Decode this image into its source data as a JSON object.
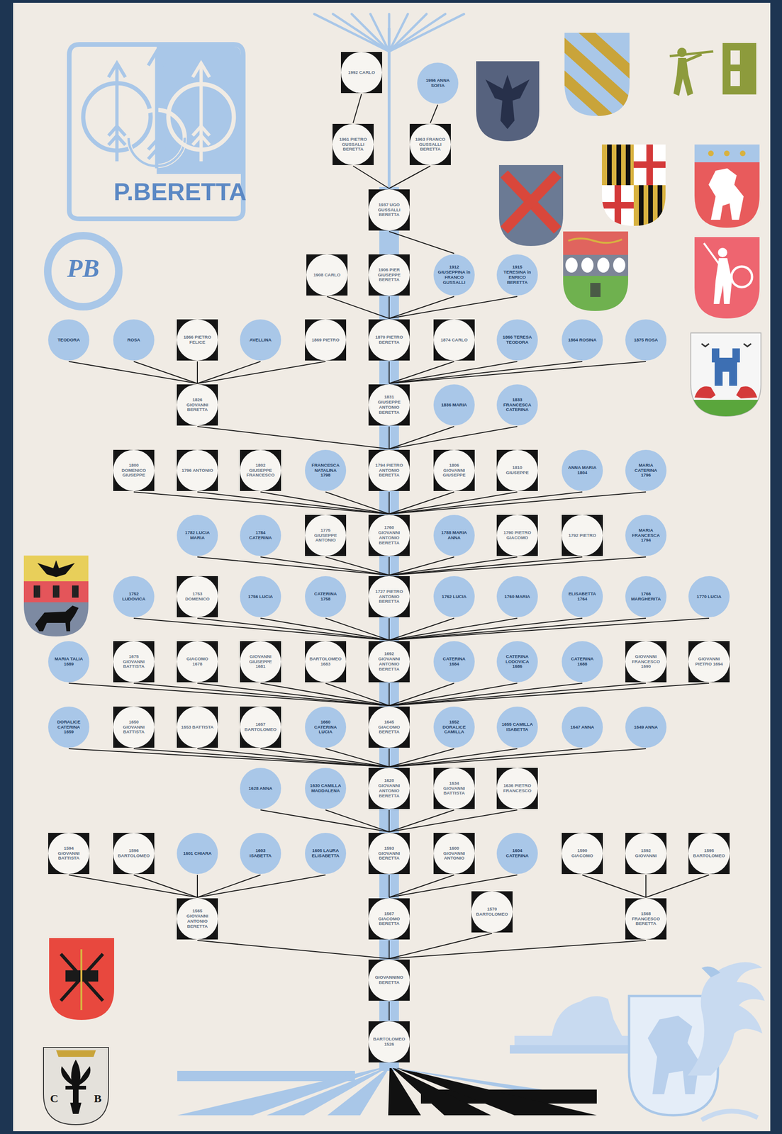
{
  "diagram": {
    "nodes": [
      {
        "text": [
          "1992 CARLO"
        ]
      },
      {
        "text": [
          "1996 ANNA SOFIA"
        ]
      },
      {
        "text": [
          "1961 PIETRO GUSSALLI BERETTA"
        ]
      },
      {
        "text": [
          "1963 FRANCO GUSSALLI BERETTA"
        ]
      },
      {
        "text": [
          "1937 UGO GUSSALLI BERETTA"
        ]
      },
      {
        "text": [
          "1908 CARLO"
        ]
      },
      {
        "text": [
          "1906 PIER GIUSEPPE BERETTA"
        ]
      },
      {
        "text": [
          "1912 GIUSEPPINA in FRANCO GUSSALLI"
        ]
      },
      {
        "text": [
          "1915 TERESINA in ENRICO BERETTA"
        ]
      },
      {
        "text": [
          "TEODORA"
        ]
      },
      {
        "text": [
          "ROSA"
        ]
      },
      {
        "text": [
          "1866 PIETRO FELICE"
        ]
      },
      {
        "text": [
          "AVELLINA"
        ]
      },
      {
        "text": [
          "1869 PIETRO"
        ]
      },
      {
        "text": [
          "1870 PIETRO BERETTA"
        ]
      },
      {
        "text": [
          "1874 CARLO"
        ]
      },
      {
        "text": [
          "1866 TERESA TEODORA"
        ]
      },
      {
        "text": [
          "1864 ROSINA"
        ]
      },
      {
        "text": [
          "1875 ROSA"
        ]
      },
      {
        "text": [
          "1826 GIOVANNI BERETTA"
        ]
      },
      {
        "text": [
          "1831 GIUSEPPE ANTONIO BERETTA"
        ]
      },
      {
        "text": [
          "1836 MARIA"
        ]
      },
      {
        "text": [
          "1833 FRANCESCA CATERINA"
        ]
      },
      {
        "text": [
          "1800 DOMENICO GIUSEPPE"
        ]
      },
      {
        "text": [
          "1796 ANTONIO"
        ]
      },
      {
        "text": [
          "1802 GIUSEPPE FRANCESCO"
        ]
      },
      {
        "text": [
          "FRANCESCA NATALINA 1798"
        ]
      },
      {
        "text": [
          "1794 PIETRO ANTONIO BERETTA"
        ]
      },
      {
        "text": [
          "1806 GIOVANNI GIUSEPPE"
        ]
      },
      {
        "text": [
          "1810 GIUSEPPE"
        ]
      },
      {
        "text": [
          "ANNA MARIA 1804"
        ]
      },
      {
        "text": [
          "MARIA CATERINA 1796"
        ]
      },
      {
        "text": [
          "1782 LUCIA MARIA"
        ]
      },
      {
        "text": [
          "1784 CATERINA"
        ]
      },
      {
        "text": [
          "1775 GIUSEPPE ANTONIO"
        ]
      },
      {
        "text": [
          "1760 GIOVANNI ANTONIO BERETTA"
        ]
      },
      {
        "text": [
          "1788 MARIA ANNA"
        ]
      },
      {
        "text": [
          "1790 PIETRO GIACOMO"
        ]
      },
      {
        "text": [
          "1792 PIETRO"
        ]
      },
      {
        "text": [
          "MARIA FRANCESCA 1794"
        ]
      },
      {
        "text": [
          "1752 LUDOVICA"
        ]
      },
      {
        "text": [
          "1753 DOMENICO"
        ]
      },
      {
        "text": [
          "1756 LUCIA"
        ]
      },
      {
        "text": [
          "CATERINA 1758"
        ]
      },
      {
        "text": [
          "1727 PIETRO ANTONIO BERETTA"
        ]
      },
      {
        "text": [
          "1762 LUCIA"
        ]
      },
      {
        "text": [
          "1760 MARIA"
        ]
      },
      {
        "text": [
          "ELISABETTA 1764"
        ]
      },
      {
        "text": [
          "1766 MARGHERITA"
        ]
      },
      {
        "text": [
          "1770 LUCIA"
        ]
      },
      {
        "text": [
          "MARIA TALIA 1689"
        ]
      },
      {
        "text": [
          "1675 GIOVANNI BATTISTA"
        ]
      },
      {
        "text": [
          "GIACOMO 1678"
        ]
      },
      {
        "text": [
          "GIOVANNI GIUSEPPE 1681"
        ]
      },
      {
        "text": [
          "BARTOLOMEO 1683"
        ]
      },
      {
        "text": [
          "1692 GIOVANNI ANTONIO BERETTA"
        ]
      },
      {
        "text": [
          "CATERINA 1684"
        ]
      },
      {
        "text": [
          "CATERINA LODOVICA 1686"
        ]
      },
      {
        "text": [
          "CATERINA 1688"
        ]
      },
      {
        "text": [
          "GIOVANNI FRANCESCO 1690"
        ]
      },
      {
        "text": [
          "GIOVANNI PIETRO 1694"
        ]
      },
      {
        "text": [
          "DORALICE CATERINA 1659"
        ]
      },
      {
        "text": [
          "1650 GIOVANNI BATTISTA"
        ]
      },
      {
        "text": [
          "1653 BATTISTA"
        ]
      },
      {
        "text": [
          "1657 BARTOLOMEO"
        ]
      },
      {
        "text": [
          "1660 CATERINA LUCIA"
        ]
      },
      {
        "text": [
          "1645 GIACOMO BERETTA"
        ]
      },
      {
        "text": [
          "1652 DORALICE CAMILLA"
        ]
      },
      {
        "text": [
          "1655 CAMILLA ISABETTA"
        ]
      },
      {
        "text": [
          "1647 ANNA"
        ]
      },
      {
        "text": [
          "1649 ANNA"
        ]
      },
      {
        "text": [
          "1628 ANNA"
        ]
      },
      {
        "text": [
          "1630 CAMILLA MADDALENA"
        ]
      },
      {
        "text": [
          "1620 GIOVANNI ANTONIO BERETTA"
        ]
      },
      {
        "text": [
          "1634 GIOVANNI BATTISTA"
        ]
      },
      {
        "text": [
          "1636 PIETRO FRANCESCO"
        ]
      },
      {
        "text": [
          "1594 GIOVANNI BATTISTA"
        ]
      },
      {
        "text": [
          "1596 BARTOLOMEO"
        ]
      },
      {
        "text": [
          "1601 CHIARA"
        ]
      },
      {
        "text": [
          "1603 ISABETTA"
        ]
      },
      {
        "text": [
          "1605 LAURA ELISABETTA"
        ]
      },
      {
        "text": [
          "1593 GIOVANNI BERETTA"
        ]
      },
      {
        "text": [
          "1600 GIOVANNI ANTONIO"
        ]
      },
      {
        "text": [
          "1604 CATERINA"
        ]
      },
      {
        "text": [
          "1590 GIACOMO"
        ]
      },
      {
        "text": [
          "1592 GIOVANNI"
        ]
      },
      {
        "text": [
          "1595 BARTOLOMEO"
        ]
      },
      {
        "text": [
          "1565 GIOVANNI ANTONIO BERETTA"
        ]
      },
      {
        "text": [
          "1567 GIACOMO BERETTA"
        ]
      },
      {
        "text": [
          "1570 BARTOLOMEO"
        ]
      },
      {
        "text": [
          "1568 FRANCESCO BERETTA"
        ]
      },
      {
        "text": [
          "GIOVANNINO BERETTA"
        ]
      },
      {
        "text": [
          "BARTOLOMEO 1526"
        ]
      }
    ],
    "edges": [
      {
        "from": 2,
        "to": 0,
        "arrow": "none"
      },
      {
        "from": 3,
        "to": 1,
        "arrow": "none"
      },
      {
        "from": 4,
        "to": 2,
        "arrow": "none"
      },
      {
        "from": 4,
        "to": 3,
        "arrow": "none"
      },
      {
        "from": 7,
        "to": 4,
        "arrow": "none"
      },
      {
        "from": 14,
        "to": 5,
        "arrow": "none"
      },
      {
        "from": 14,
        "to": 6,
        "arrow": "none"
      },
      {
        "from": 14,
        "to": 7,
        "arrow": "none"
      },
      {
        "from": 14,
        "to": 8,
        "arrow": "none"
      },
      {
        "from": 19,
        "to": 9,
        "arrow": "none"
      },
      {
        "from": 19,
        "to": 10,
        "arrow": "none"
      },
      {
        "from": 19,
        "to": 11,
        "arrow": "none"
      },
      {
        "from": 19,
        "to": 12,
        "arrow": "none"
      },
      {
        "from": 19,
        "to": 13,
        "arrow": "none"
      },
      {
        "from": 20,
        "to": 14,
        "arrow": "none"
      },
      {
        "from": 20,
        "to": 15,
        "arrow": "none"
      },
      {
        "from": 20,
        "to": 16,
        "arrow": "none"
      },
      {
        "from": 20,
        "to": 17,
        "arrow": "none"
      },
      {
        "from": 20,
        "to": 18,
        "arrow": "none"
      },
      {
        "from": 27,
        "to": 19,
        "arrow": "none"
      },
      {
        "from": 27,
        "to": 20,
        "arrow": "none"
      },
      {
        "from": 27,
        "to": 21,
        "arrow": "none"
      },
      {
        "from": 27,
        "to": 22,
        "arrow": "none"
      },
      {
        "from": 35,
        "to": 23,
        "arrow": "none"
      },
      {
        "from": 35,
        "to": 24,
        "arrow": "none"
      },
      {
        "from": 35,
        "to": 25,
        "arrow": "none"
      },
      {
        "from": 35,
        "to": 26,
        "arrow": "none"
      },
      {
        "from": 35,
        "to": 27,
        "arrow": "none"
      },
      {
        "from": 35,
        "to": 28,
        "arrow": "none"
      },
      {
        "from": 35,
        "to": 29,
        "arrow": "none"
      },
      {
        "from": 35,
        "to": 30,
        "arrow": "none"
      },
      {
        "from": 35,
        "to": 31,
        "arrow": "none"
      },
      {
        "from": 44,
        "to": 32,
        "arrow": "none"
      },
      {
        "from": 44,
        "to": 33,
        "arrow": "none"
      },
      {
        "from": 44,
        "to": 34,
        "arrow": "none"
      },
      {
        "from": 44,
        "to": 35,
        "arrow": "none"
      },
      {
        "from": 44,
        "to": 36,
        "arrow": "none"
      },
      {
        "from": 44,
        "to": 37,
        "arrow": "none"
      },
      {
        "from": 44,
        "to": 38,
        "arrow": "none"
      },
      {
        "from": 44,
        "to": 39,
        "arrow": "none"
      },
      {
        "from": 55,
        "to": 40,
        "arrow": "none"
      },
      {
        "from": 55,
        "to": 41,
        "arrow": "none"
      },
      {
        "from": 55,
        "to": 42,
        "arrow": "none"
      },
      {
        "from": 55,
        "to": 43,
        "arrow": "none"
      },
      {
        "from": 55,
        "to": 44,
        "arrow": "none"
      },
      {
        "from": 55,
        "to": 45,
        "arrow": "none"
      },
      {
        "from": 55,
        "to": 46,
        "arrow": "none"
      },
      {
        "from": 55,
        "to": 47,
        "arrow": "none"
      },
      {
        "from": 55,
        "to": 48,
        "arrow": "none"
      },
      {
        "from": 55,
        "to": 49,
        "arrow": "none"
      },
      {
        "from": 66,
        "to": 50,
        "arrow": "none"
      },
      {
        "from": 66,
        "to": 51,
        "arrow": "none"
      },
      {
        "from": 66,
        "to": 52,
        "arrow": "none"
      },
      {
        "from": 66,
        "to": 53,
        "arrow": "none"
      },
      {
        "from": 66,
        "to": 54,
        "arrow": "none"
      },
      {
        "from": 66,
        "to": 55,
        "arrow": "none"
      },
      {
        "from": 66,
        "to": 56,
        "arrow": "none"
      },
      {
        "from": 66,
        "to": 57,
        "arrow": "none"
      },
      {
        "from": 66,
        "to": 58,
        "arrow": "none"
      },
      {
        "from": 66,
        "to": 59,
        "arrow": "none"
      },
      {
        "from": 66,
        "to": 60,
        "arrow": "none"
      },
      {
        "from": 73,
        "to": 61,
        "arrow": "none"
      },
      {
        "from": 73,
        "to": 62,
        "arrow": "none"
      },
      {
        "from": 73,
        "to": 63,
        "arrow": "none"
      },
      {
        "from": 73,
        "to": 64,
        "arrow": "none"
      },
      {
        "from": 73,
        "to": 65,
        "arrow": "none"
      },
      {
        "from": 73,
        "to": 66,
        "arrow": "none"
      },
      {
        "from": 73,
        "to": 67,
        "arrow": "none"
      },
      {
        "from": 73,
        "to": 68,
        "arrow": "none"
      },
      {
        "from": 73,
        "to": 69,
        "arrow": "none"
      },
      {
        "from": 73,
        "to": 70,
        "arrow": "none"
      },
      {
        "from": 81,
        "to": 71,
        "arrow": "none"
      },
      {
        "from": 81,
        "to": 72,
        "arrow": "none"
      },
      {
        "from": 81,
        "to": 73,
        "arrow": "none"
      },
      {
        "from": 81,
        "to": 74,
        "arrow": "none"
      },
      {
        "from": 81,
        "to": 75,
        "arrow": "none"
      },
      {
        "from": 87,
        "to": 76,
        "arrow": "none"
      },
      {
        "from": 87,
        "to": 77,
        "arrow": "none"
      },
      {
        "from": 87,
        "to": 78,
        "arrow": "none"
      },
      {
        "from": 87,
        "to": 79,
        "arrow": "none"
      },
      {
        "from": 87,
        "to": 80,
        "arrow": "none"
      },
      {
        "from": 88,
        "to": 81,
        "arrow": "none"
      },
      {
        "from": 88,
        "to": 82,
        "arrow": "none"
      },
      {
        "from": 88,
        "to": 83,
        "arrow": "none"
      },
      {
        "from": 90,
        "to": 84,
        "arrow": "none"
      },
      {
        "from": 90,
        "to": 85,
        "arrow": "none"
      },
      {
        "from": 90,
        "to": 86,
        "arrow": "none"
      },
      {
        "from": 91,
        "to": 87,
        "arrow": "none"
      },
      {
        "from": 91,
        "to": 88,
        "arrow": "none"
      },
      {
        "from": 91,
        "to": 89,
        "arrow": "none"
      },
      {
        "from": 91,
        "to": 90,
        "arrow": "none"
      },
      {
        "from": 92,
        "to": 91,
        "arrow": "none"
      }
    ],
    "labels": [
      "P.BERETTA",
      "PB",
      "C",
      "B"
    ]
  }
}
